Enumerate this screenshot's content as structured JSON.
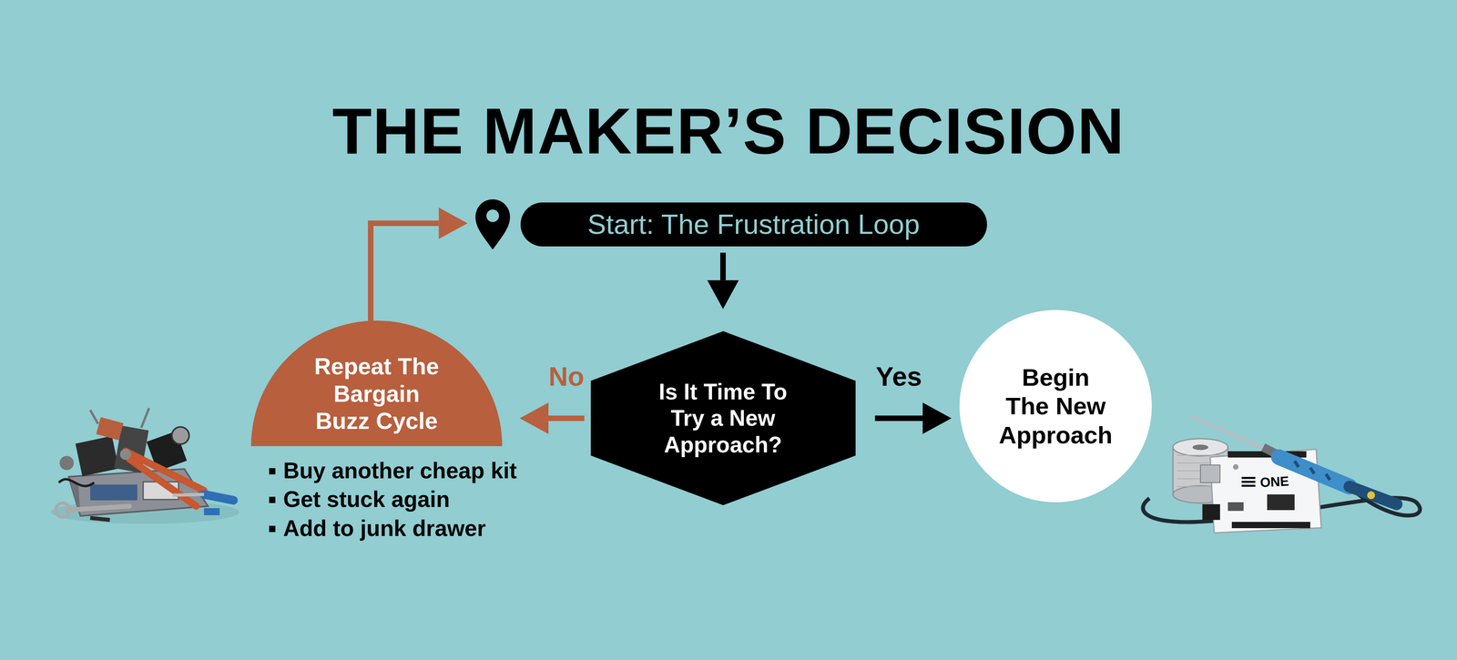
{
  "diagram": {
    "title": "THE MAKER’S DECISION",
    "nodes": [
      {
        "text": [
          "Start: The Frustration Loop"
        ]
      },
      {
        "text": [
          "Is It Time To Try a New Approach?"
        ]
      },
      {
        "text": [
          "Repeat The Bargain Buzz Cycle"
        ]
      },
      {
        "text": [
          "Begin The New Approach"
        ]
      }
    ],
    "edges": [
      {
        "from": 0,
        "to": 1,
        "arrow": "to"
      },
      {
        "from": 1,
        "to": 2,
        "label": "No",
        "arrow": "to"
      },
      {
        "from": 1,
        "to": 3,
        "label": "Yes",
        "arrow": "to"
      },
      {
        "from": 2,
        "to": 0,
        "arrow": "to"
      }
    ],
    "labels": [
      "Buy another cheap kit",
      "Get stuck again",
      "Add to junk drawer",
      "ONE"
    ]
  }
}
